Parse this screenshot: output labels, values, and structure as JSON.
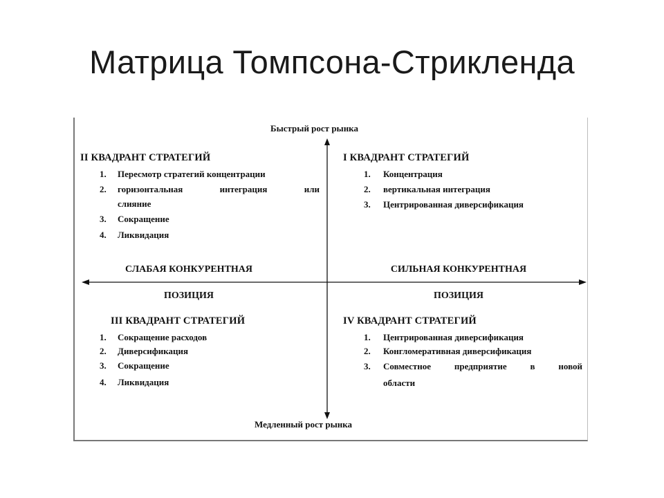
{
  "title": "Матрица Томпсона-Стрикленда",
  "axes": {
    "top": "Быстрый рост рынка",
    "bottom": "Медленный рост рынка",
    "left_line1": "СЛАБАЯ КОНКУРЕНТНАЯ",
    "left_line2": "ПОЗИЦИЯ",
    "right_line1": "СИЛЬНАЯ КОНКУРЕНТНАЯ",
    "right_line2": "ПОЗИЦИЯ"
  },
  "quadrants": {
    "q2": {
      "heading": "II КВАДРАНТ СТРАТЕГИЙ",
      "items": [
        {
          "num": "1.",
          "text": "Пересмотр стратегий концентрации"
        },
        {
          "num": "2.",
          "text": "горизонтальная интеграция или",
          "cont": "слияние"
        },
        {
          "num": "3.",
          "text": "Сокращение"
        },
        {
          "num": "4.",
          "text": "Ликвидация"
        }
      ]
    },
    "q1": {
      "heading": "I КВАДРАНТ СТРАТЕГИЙ",
      "items": [
        {
          "num": "1.",
          "text": "Концентрация"
        },
        {
          "num": "2.",
          "text": "вертикальная интеграция"
        },
        {
          "num": "3.",
          "text": "Центрированная диверсификация"
        }
      ]
    },
    "q3": {
      "heading": "III КВАДРАНТ СТРАТЕГИЙ",
      "items": [
        {
          "num": "1.",
          "text": "Сокращение расходов"
        },
        {
          "num": "2.",
          "text": "Диверсификация"
        },
        {
          "num": "3.",
          "text": "Сокращение"
        },
        {
          "num": "4.",
          "text": "Ликвидация"
        }
      ]
    },
    "q4": {
      "heading": "IV КВАДРАНТ СТРАТЕГИЙ",
      "items": [
        {
          "num": "1.",
          "text": "Центрированная диверсификация"
        },
        {
          "num": "2.",
          "text": "Конгломеративная диверсификация"
        },
        {
          "num": "3.",
          "text": "Совместное предприятие в новой",
          "cont": "области"
        }
      ]
    }
  }
}
